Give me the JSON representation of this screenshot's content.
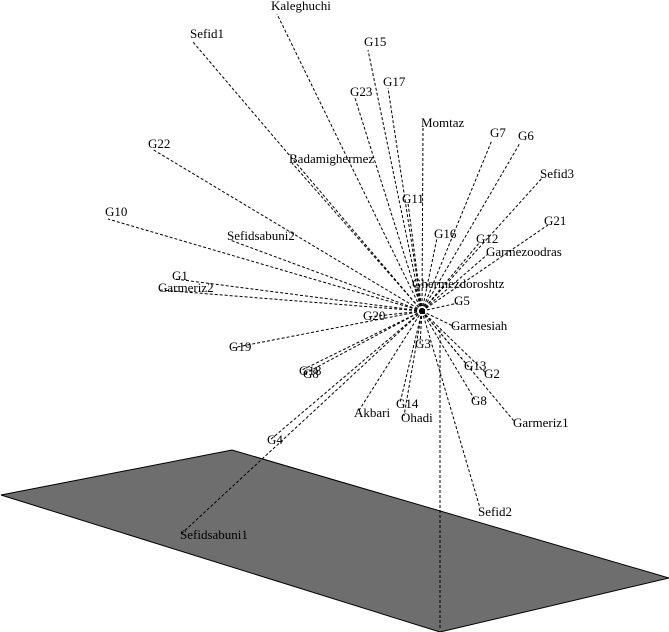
{
  "diagram": {
    "plane_color": "#6e6e6e",
    "line_color": "#000000",
    "nodes": [
      {
        "id": "kaleghuchi",
        "label": "Kaleghuchi"
      },
      {
        "id": "sefid1",
        "label": "Sefid1"
      },
      {
        "id": "g15",
        "label": "G15"
      },
      {
        "id": "g17",
        "label": "G17"
      },
      {
        "id": "g23",
        "label": "G23"
      },
      {
        "id": "momtaz",
        "label": "Momtaz"
      },
      {
        "id": "g7",
        "label": "G7"
      },
      {
        "id": "g6",
        "label": "G6"
      },
      {
        "id": "g22",
        "label": "G22"
      },
      {
        "id": "badamighermez",
        "label": "Badamighermez"
      },
      {
        "id": "sefid3",
        "label": "Sefid3"
      },
      {
        "id": "g11",
        "label": "G11"
      },
      {
        "id": "g10",
        "label": "G10"
      },
      {
        "id": "g21",
        "label": "G21"
      },
      {
        "id": "sefidsabuni2",
        "label": "Sefidsabuni2"
      },
      {
        "id": "g16",
        "label": "G16"
      },
      {
        "id": "g12",
        "label": "G12"
      },
      {
        "id": "garmezoodras",
        "label": "Garmezoodras"
      },
      {
        "id": "g1",
        "label": "G1"
      },
      {
        "id": "ghermezdoroshtz",
        "label": "Ghermezdoroshtz"
      },
      {
        "id": "garmeriz2",
        "label": "Garmeriz2"
      },
      {
        "id": "g5",
        "label": "G5"
      },
      {
        "id": "g20",
        "label": "G20"
      },
      {
        "id": "garmesiah",
        "label": "Garmesiah"
      },
      {
        "id": "g3",
        "label": "G3"
      },
      {
        "id": "g19",
        "label": "G19"
      },
      {
        "id": "g13",
        "label": "G13"
      },
      {
        "id": "g18",
        "label": "G18"
      },
      {
        "id": "g8b",
        "label": "G8"
      },
      {
        "id": "g2",
        "label": "G2"
      },
      {
        "id": "g14",
        "label": "G14"
      },
      {
        "id": "g8",
        "label": "G8"
      },
      {
        "id": "akbari",
        "label": "Akbari"
      },
      {
        "id": "ohadi",
        "label": "Ohadi"
      },
      {
        "id": "garmeriz1",
        "label": "Garmeriz1"
      },
      {
        "id": "g4",
        "label": "G4"
      },
      {
        "id": "sefid2",
        "label": "Sefid2"
      },
      {
        "id": "sefidsabuni1",
        "label": "Sefidsabuni1"
      }
    ]
  }
}
